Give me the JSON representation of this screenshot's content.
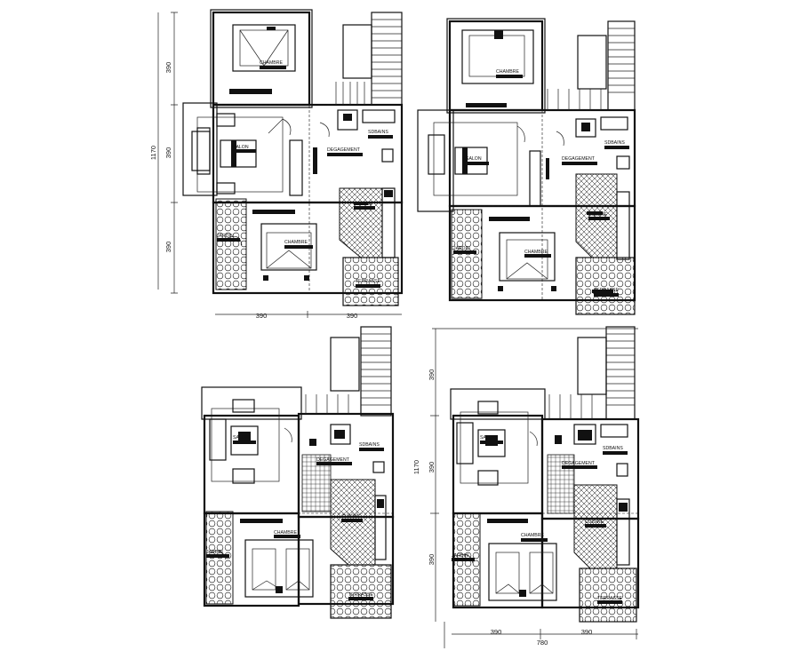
{
  "labels": {
    "chambre": "CHAMBRE",
    "salon": "SALON",
    "degagement": "DEGAGEMENT",
    "sdbains": "SDBAINS",
    "cuisine": "CUISINE",
    "terrasse": "TERRASSE",
    "jardin": "JARDIN"
  },
  "dimensions": {
    "module": "390",
    "total_height": "1170",
    "total_width": "780"
  }
}
